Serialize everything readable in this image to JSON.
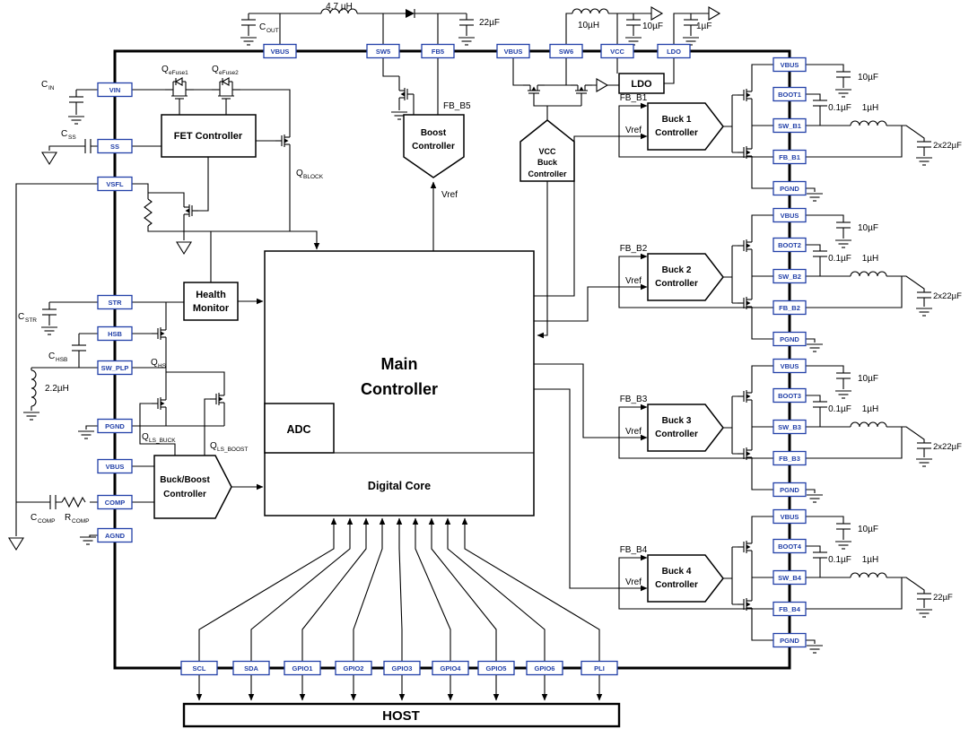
{
  "pins": {
    "top": [
      "VBUS",
      "SW5",
      "FB5",
      "VBUS",
      "SW6",
      "VCC",
      "LDO"
    ],
    "left": [
      "VIN",
      "SS",
      "VSFL",
      "STR",
      "HSB",
      "SW_PLP",
      "PGND",
      "VBUS",
      "COMP",
      "AGND"
    ],
    "bottom": [
      "SCL",
      "SDA",
      "GPIO1",
      "GPIO2",
      "GPIO3",
      "GPIO4",
      "GPIO5",
      "GPIO6",
      "PLI"
    ],
    "right": [
      "VBUS",
      "BOOT1",
      "SW_B1",
      "FB_B1",
      "PGND",
      "VBUS",
      "BOOT2",
      "SW_B2",
      "FB_B2",
      "PGND",
      "VBUS",
      "BOOT3",
      "SW_B3",
      "FB_B3",
      "PGND",
      "VBUS",
      "BOOT4",
      "SW_B4",
      "FB_B4",
      "PGND"
    ]
  },
  "blocks": {
    "fet": "FET Controller",
    "health": {
      "l1": "Health",
      "l2": "Monitor"
    },
    "main": {
      "l1": "Main",
      "l2": "Controller"
    },
    "adc": "ADC",
    "digital": "Digital Core",
    "boost": {
      "l1": "Boost",
      "l2": "Controller"
    },
    "vcc": {
      "l1": "VCC",
      "l2": "Buck",
      "l3": "Controller"
    },
    "ldo": "LDO",
    "bb": {
      "l1": "Buck/Boost",
      "l2": "Controller"
    },
    "b1": {
      "l1": "Buck 1",
      "l2": "Controller"
    },
    "b2": {
      "l1": "Buck 2",
      "l2": "Controller"
    },
    "b3": {
      "l1": "Buck 3",
      "l2": "Controller"
    },
    "b4": {
      "l1": "Buck 4",
      "l2": "Controller"
    },
    "host": "HOST"
  },
  "parts": {
    "cout": {
      "m": "C",
      "s": "OUT"
    },
    "cin": {
      "m": "C",
      "s": "IN"
    },
    "css": {
      "m": "C",
      "s": "SS"
    },
    "qef1": {
      "m": "Q",
      "s": "eFuse1"
    },
    "qef2": {
      "m": "Q",
      "s": "eFuse2"
    },
    "qblock": {
      "m": "Q",
      "s": "BLOCK"
    },
    "cstr": {
      "m": "C",
      "s": "STR"
    },
    "chsb": {
      "m": "C",
      "s": "HSB"
    },
    "qhs": {
      "m": "Q",
      "s": "HS"
    },
    "qlsbuck": {
      "m": "Q",
      "s": "LS_BUCK"
    },
    "qlsboost": {
      "m": "Q",
      "s": "LS_BOOST"
    },
    "ccomp": {
      "m": "C",
      "s": "COMP"
    },
    "rcomp": {
      "m": "R",
      "s": "COMP"
    }
  },
  "values": {
    "boost_l": "4.7 µH",
    "boost_c": "22µF",
    "vcc_l": "10µH",
    "vcc_c": "10µF",
    "ldo_c": "1µF",
    "plp_l": "2.2µH",
    "buck_cin": "10µF",
    "buck_cboot": "0.1µF",
    "buck_l": "1µH",
    "buck_cout": "2x22µF",
    "buck4_cout": "22µF"
  },
  "signals": {
    "fbb5": "FB_B5",
    "vref": "Vref",
    "fbb1": "FB_B1",
    "fbb2": "FB_B2",
    "fbb3": "FB_B3",
    "fbb4": "FB_B4"
  }
}
